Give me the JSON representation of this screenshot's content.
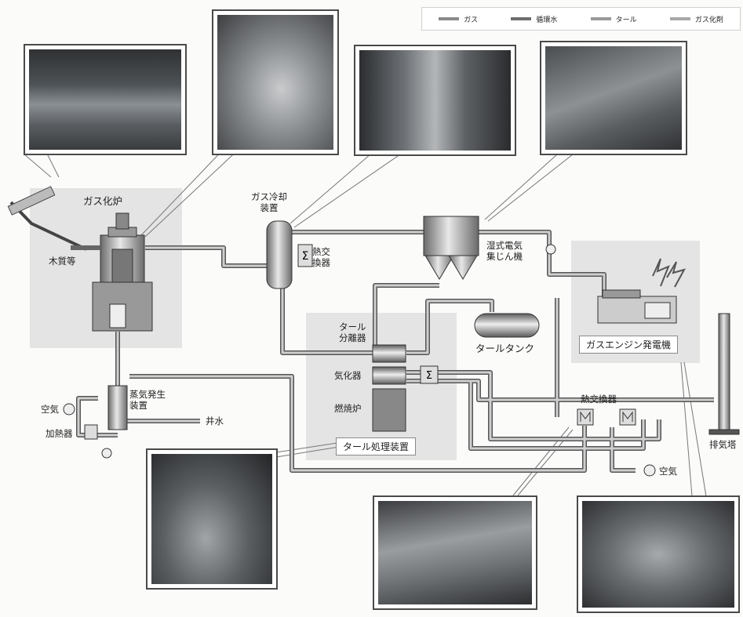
{
  "legend": [
    {
      "label": "ガス",
      "color": "#8a8a8a"
    },
    {
      "label": "循環水",
      "color": "#6e6e6e"
    },
    {
      "label": "タール",
      "color": "#9a9a9a"
    },
    {
      "label": "ガス化剤",
      "color": "#a8a8a8"
    }
  ],
  "labels": {
    "gasifier_zone": "ガス化炉",
    "wood_chips": "木質等",
    "gas_cooler": "ガス冷却\n装置",
    "heat_exchanger_small": "熱交\n換器",
    "wet_esp": "湿式電気\n集じん機",
    "tar_separator": "タール\n分離器",
    "vaporizer": "気化器",
    "combustor": "燃焼炉",
    "tar_tank": "タールタンク",
    "tar_treatment": "タール処理装置",
    "gas_engine": "ガスエンジン発電機",
    "heat_exchangers": "熱交換器",
    "exhaust_tower": "排気塔",
    "steam_generator": "蒸気発生\n装置",
    "air_left": "空気",
    "humidifier": "加熱器",
    "well_water": "井水",
    "air_bottom": "空気"
  },
  "photos": [
    {
      "name": "photo-crane"
    },
    {
      "name": "photo-gasifier"
    },
    {
      "name": "photo-gas-cooler"
    },
    {
      "name": "photo-esp"
    },
    {
      "name": "photo-steam-generator"
    },
    {
      "name": "photo-heat-exchanger"
    },
    {
      "name": "photo-gas-engine"
    }
  ]
}
